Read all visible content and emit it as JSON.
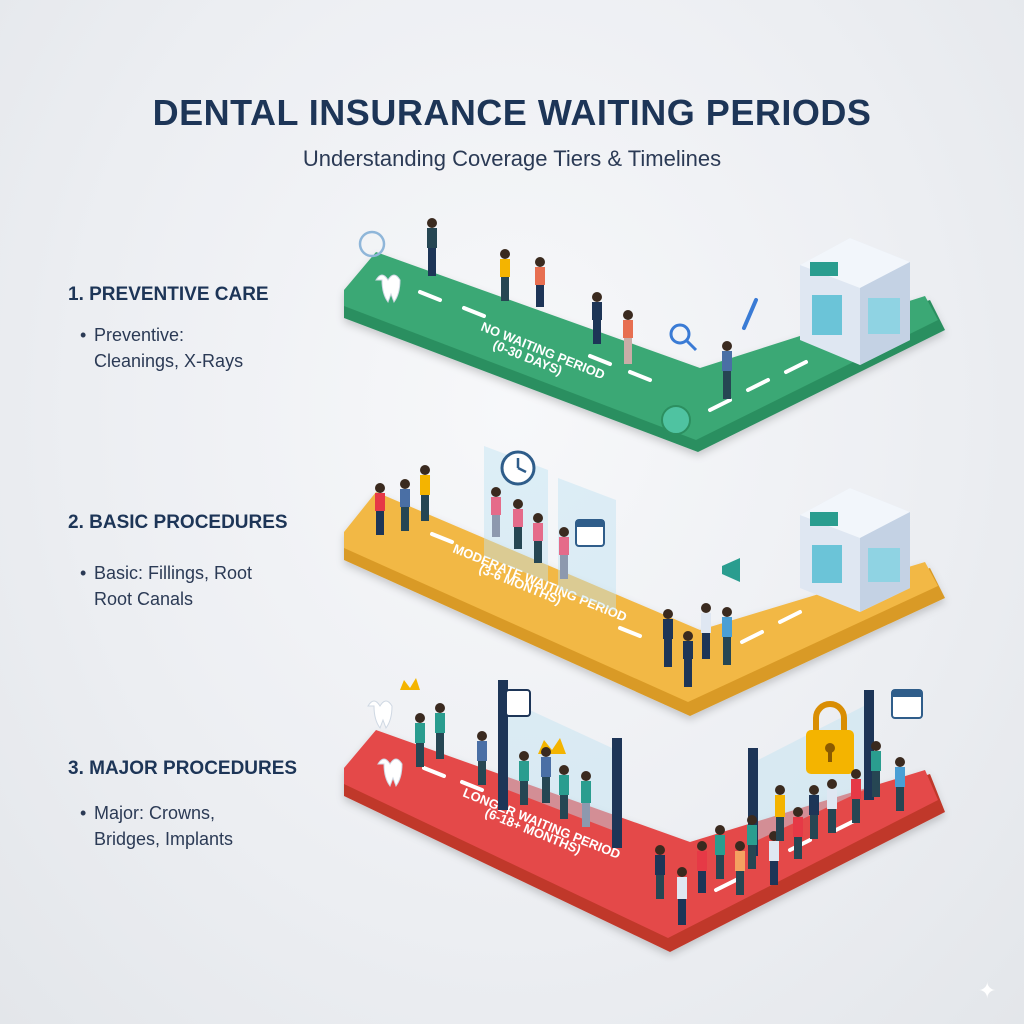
{
  "title": "DENTAL INSURANCE WAITING PERIODS",
  "subtitle": "Understanding Coverage Tiers & Timelines",
  "tiers": [
    {
      "heading": "1. PREVENTIVE CARE",
      "desc_line1": "Preventive:",
      "desc_line2": "Cleanings, X-Rays",
      "path_label_line1": "NO WAITING PERIOD",
      "path_label_line2": "(0-30 DAYS)",
      "color": "#3aa874"
    },
    {
      "heading": "2. BASIC PROCEDURES",
      "desc_line1": "Basic: Fillings, Root",
      "desc_line2": "Root Canals",
      "path_label_line1": "MODERATE WAITING PERIOD",
      "path_label_line2": "(3-6 MONTHS)",
      "color": "#f2b844"
    },
    {
      "heading": "3. MAJOR PROCEDURES",
      "desc_line1": "Major: Crowns,",
      "desc_line2": "Bridges, Implants",
      "path_label_line1": "LONGER WAITING PERIOD",
      "path_label_line2": "(6-18+ MONTHS)",
      "color": "#e44a4a"
    }
  ],
  "icons": [
    "tooth-icon",
    "clinic-building-icon",
    "clock-icon",
    "calendar-icon",
    "padlock-icon",
    "crown-icon",
    "magnifier-icon",
    "wrench-icon",
    "sparkle-icon"
  ]
}
